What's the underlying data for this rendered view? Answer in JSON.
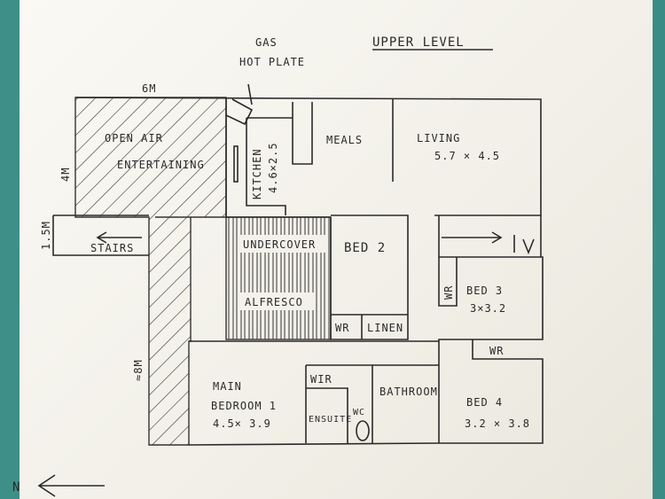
{
  "title": "UPPER LEVEL",
  "rooms": {
    "open_air": {
      "line1": "OPEN AIR",
      "line2": "ENTERTAINING"
    },
    "gas": {
      "line1": "GAS",
      "line2": "HOT PLATE"
    },
    "kitchen": {
      "name": "KITCHEN",
      "size": "4.6×2.5"
    },
    "meals": "MEALS",
    "living": {
      "name": "LIVING",
      "size": "5.7 × 4.5"
    },
    "stairs": "STAIRS",
    "undercover": "UNDERCOVER",
    "alfresco": "ALFRESCO",
    "bed2": "BED 2",
    "wr_small": "WR",
    "linen": "LINEN",
    "bed3": {
      "name": "BED 3",
      "size": "3×3.2"
    },
    "wr_bed3": "WR",
    "wr_bed4": "WR",
    "main_bed": {
      "line1": "MAIN",
      "line2": "BEDROOM 1",
      "size": "4.5× 3.9"
    },
    "wir": "WIR",
    "ensuite": "ENSUITE",
    "wc": "WC",
    "bathroom": "BATHROOM",
    "bed4": {
      "name": "BED 4",
      "size": "3.2 × 3.8"
    }
  },
  "dimensions": {
    "top": "6M",
    "left": "4M",
    "stairs": "1.5M",
    "lower": "≈8M"
  },
  "compass": "N"
}
